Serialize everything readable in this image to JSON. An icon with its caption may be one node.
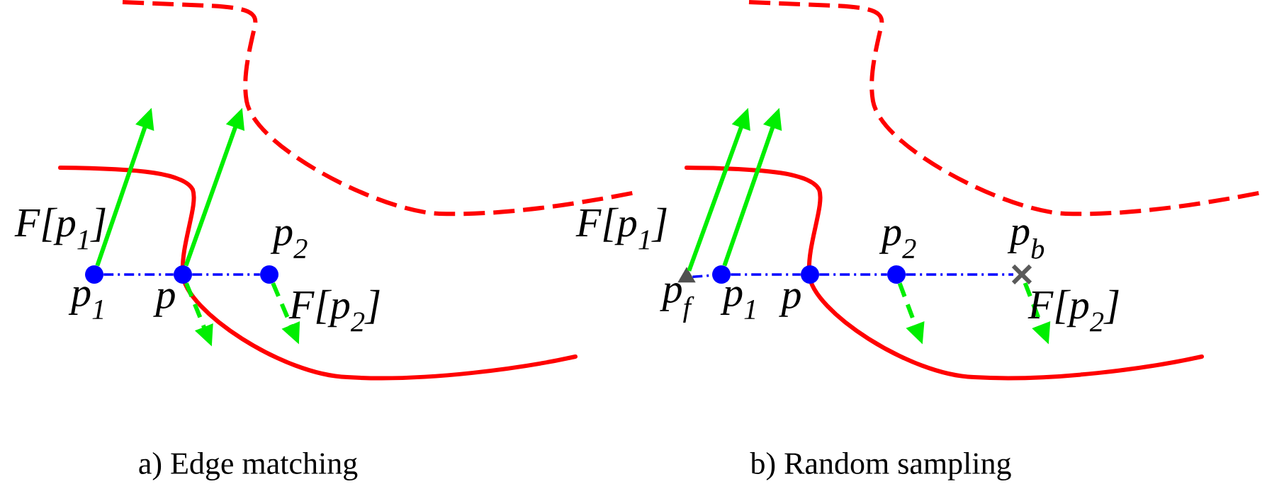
{
  "diagram": {
    "nodes": [
      {
        "text": [],
        "shape": "circle",
        "beside": [
          "p$_{1}$"
        ]
      },
      {
        "text": [],
        "shape": "circle",
        "beside": [
          "p"
        ]
      },
      {
        "text": [],
        "shape": "circle",
        "beside": [
          "p$_{2}$"
        ]
      },
      {
        "text": [],
        "shape": "triangle",
        "beside": [
          "p$_{f}$"
        ]
      },
      {
        "text": [],
        "shape": "circle",
        "beside": [
          "p$_{1}$"
        ]
      },
      {
        "text": [],
        "shape": "circle",
        "beside": [
          "p"
        ]
      },
      {
        "text": [],
        "shape": "circle",
        "beside": [
          "p$_{2}$"
        ]
      },
      {
        "text": [],
        "shape": "cross",
        "beside": [
          "p$_{b}$"
        ]
      }
    ],
    "edges": [
      {
        "from": 0,
        "to": null,
        "arrow": "to",
        "color": "#00ee00",
        "label": "F[p$_{1}$]"
      },
      {
        "from": 1,
        "to": null,
        "arrow": "to",
        "color": "#00ee00"
      },
      {
        "from": 1,
        "to": null,
        "arrow": "to",
        "style": "dashed",
        "color": "#00ee00"
      },
      {
        "from": 2,
        "to": null,
        "arrow": "to",
        "style": "dashed",
        "color": "#00ee00",
        "label": "F[p$_{2}$]"
      },
      {
        "from": 0,
        "to": 1,
        "arrow": "none",
        "style": "dashed",
        "color": "#0000ff"
      },
      {
        "from": 1,
        "to": 2,
        "arrow": "none",
        "style": "dashed",
        "color": "#0000ff"
      },
      {
        "from": 3,
        "to": null,
        "arrow": "to",
        "color": "#00ee00",
        "label": "F[p$_{1}$]"
      },
      {
        "from": 4,
        "to": null,
        "arrow": "to",
        "color": "#00ee00"
      },
      {
        "from": 6,
        "to": null,
        "arrow": "to",
        "style": "dashed",
        "color": "#00ee00"
      },
      {
        "from": 7,
        "to": null,
        "arrow": "to",
        "style": "dashed",
        "color": "#00ee00",
        "label": "F[p$_{2}$]"
      },
      {
        "from": 3,
        "to": 4,
        "arrow": "none",
        "style": "dashed",
        "color": "#0000ff"
      },
      {
        "from": 4,
        "to": 5,
        "arrow": "none",
        "style": "dashed",
        "color": "#0000ff"
      },
      {
        "from": 5,
        "to": 6,
        "arrow": "none",
        "style": "dashed",
        "color": "#0000ff"
      },
      {
        "from": 6,
        "to": 7,
        "arrow": "none",
        "style": "dashed",
        "color": "#0000ff"
      }
    ],
    "labels": [
      "a) Edge matching",
      "b) Random sampling"
    ]
  }
}
